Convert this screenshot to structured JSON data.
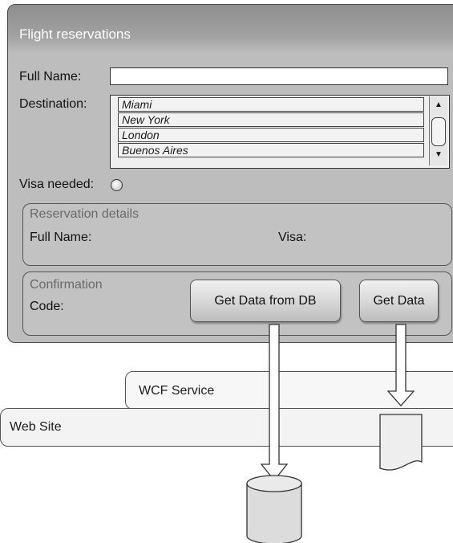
{
  "window": {
    "title": "Flight reservations",
    "full_name_label": "Full Name:",
    "full_name_value": "",
    "destination_label": "Destination:",
    "destinations": [
      "Miami",
      "New York",
      "London",
      "Buenos Aires"
    ],
    "visa_label": "Visa needed:",
    "visa_checked": false
  },
  "reservation_details": {
    "title": "Reservation details",
    "full_name_label": "Full Name:",
    "visa_label": "Visa:"
  },
  "confirmation": {
    "title": "Confirmation",
    "code_label": "Code:",
    "get_data_db_label": "Get Data from DB",
    "get_data_label": "Get Data"
  },
  "diagram": {
    "wcf_label": "WCF Service",
    "web_label": "Web Site"
  },
  "colors": {
    "window_gray": "#bdbdbd",
    "title_text": "#ffffff",
    "group_title": "#6a6a6a"
  }
}
